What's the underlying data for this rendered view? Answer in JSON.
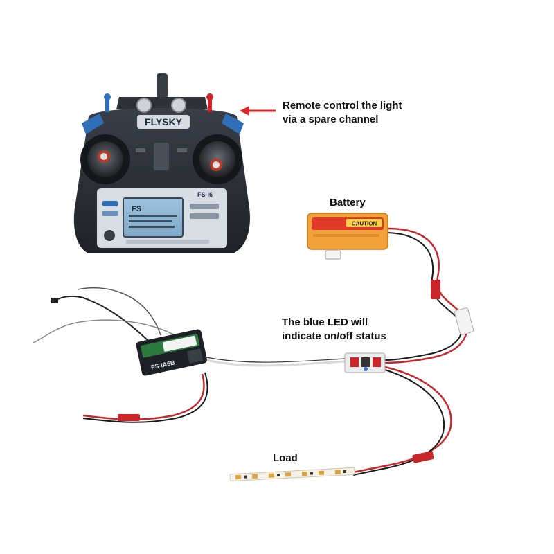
{
  "annotations": {
    "remote_line1": "Remote control the light",
    "remote_line2": "via a spare channel",
    "battery": "Battery",
    "led_line1": "The blue LED will",
    "led_line2": "indicate on/off status",
    "load": "Load"
  },
  "transmitter": {
    "brand": "FLYSKY",
    "model": "FS-i6",
    "logo_mark": "FS"
  },
  "receiver": {
    "model": "FS-iA6B"
  },
  "battery": {
    "caution": "CAUTION"
  },
  "colors": {
    "wire_red": "#c8262b",
    "wire_black": "#1a1a1a",
    "arrow": "#d8262b",
    "transmitter_body": "#2b2f36",
    "battery_orange": "#f2a23a"
  }
}
